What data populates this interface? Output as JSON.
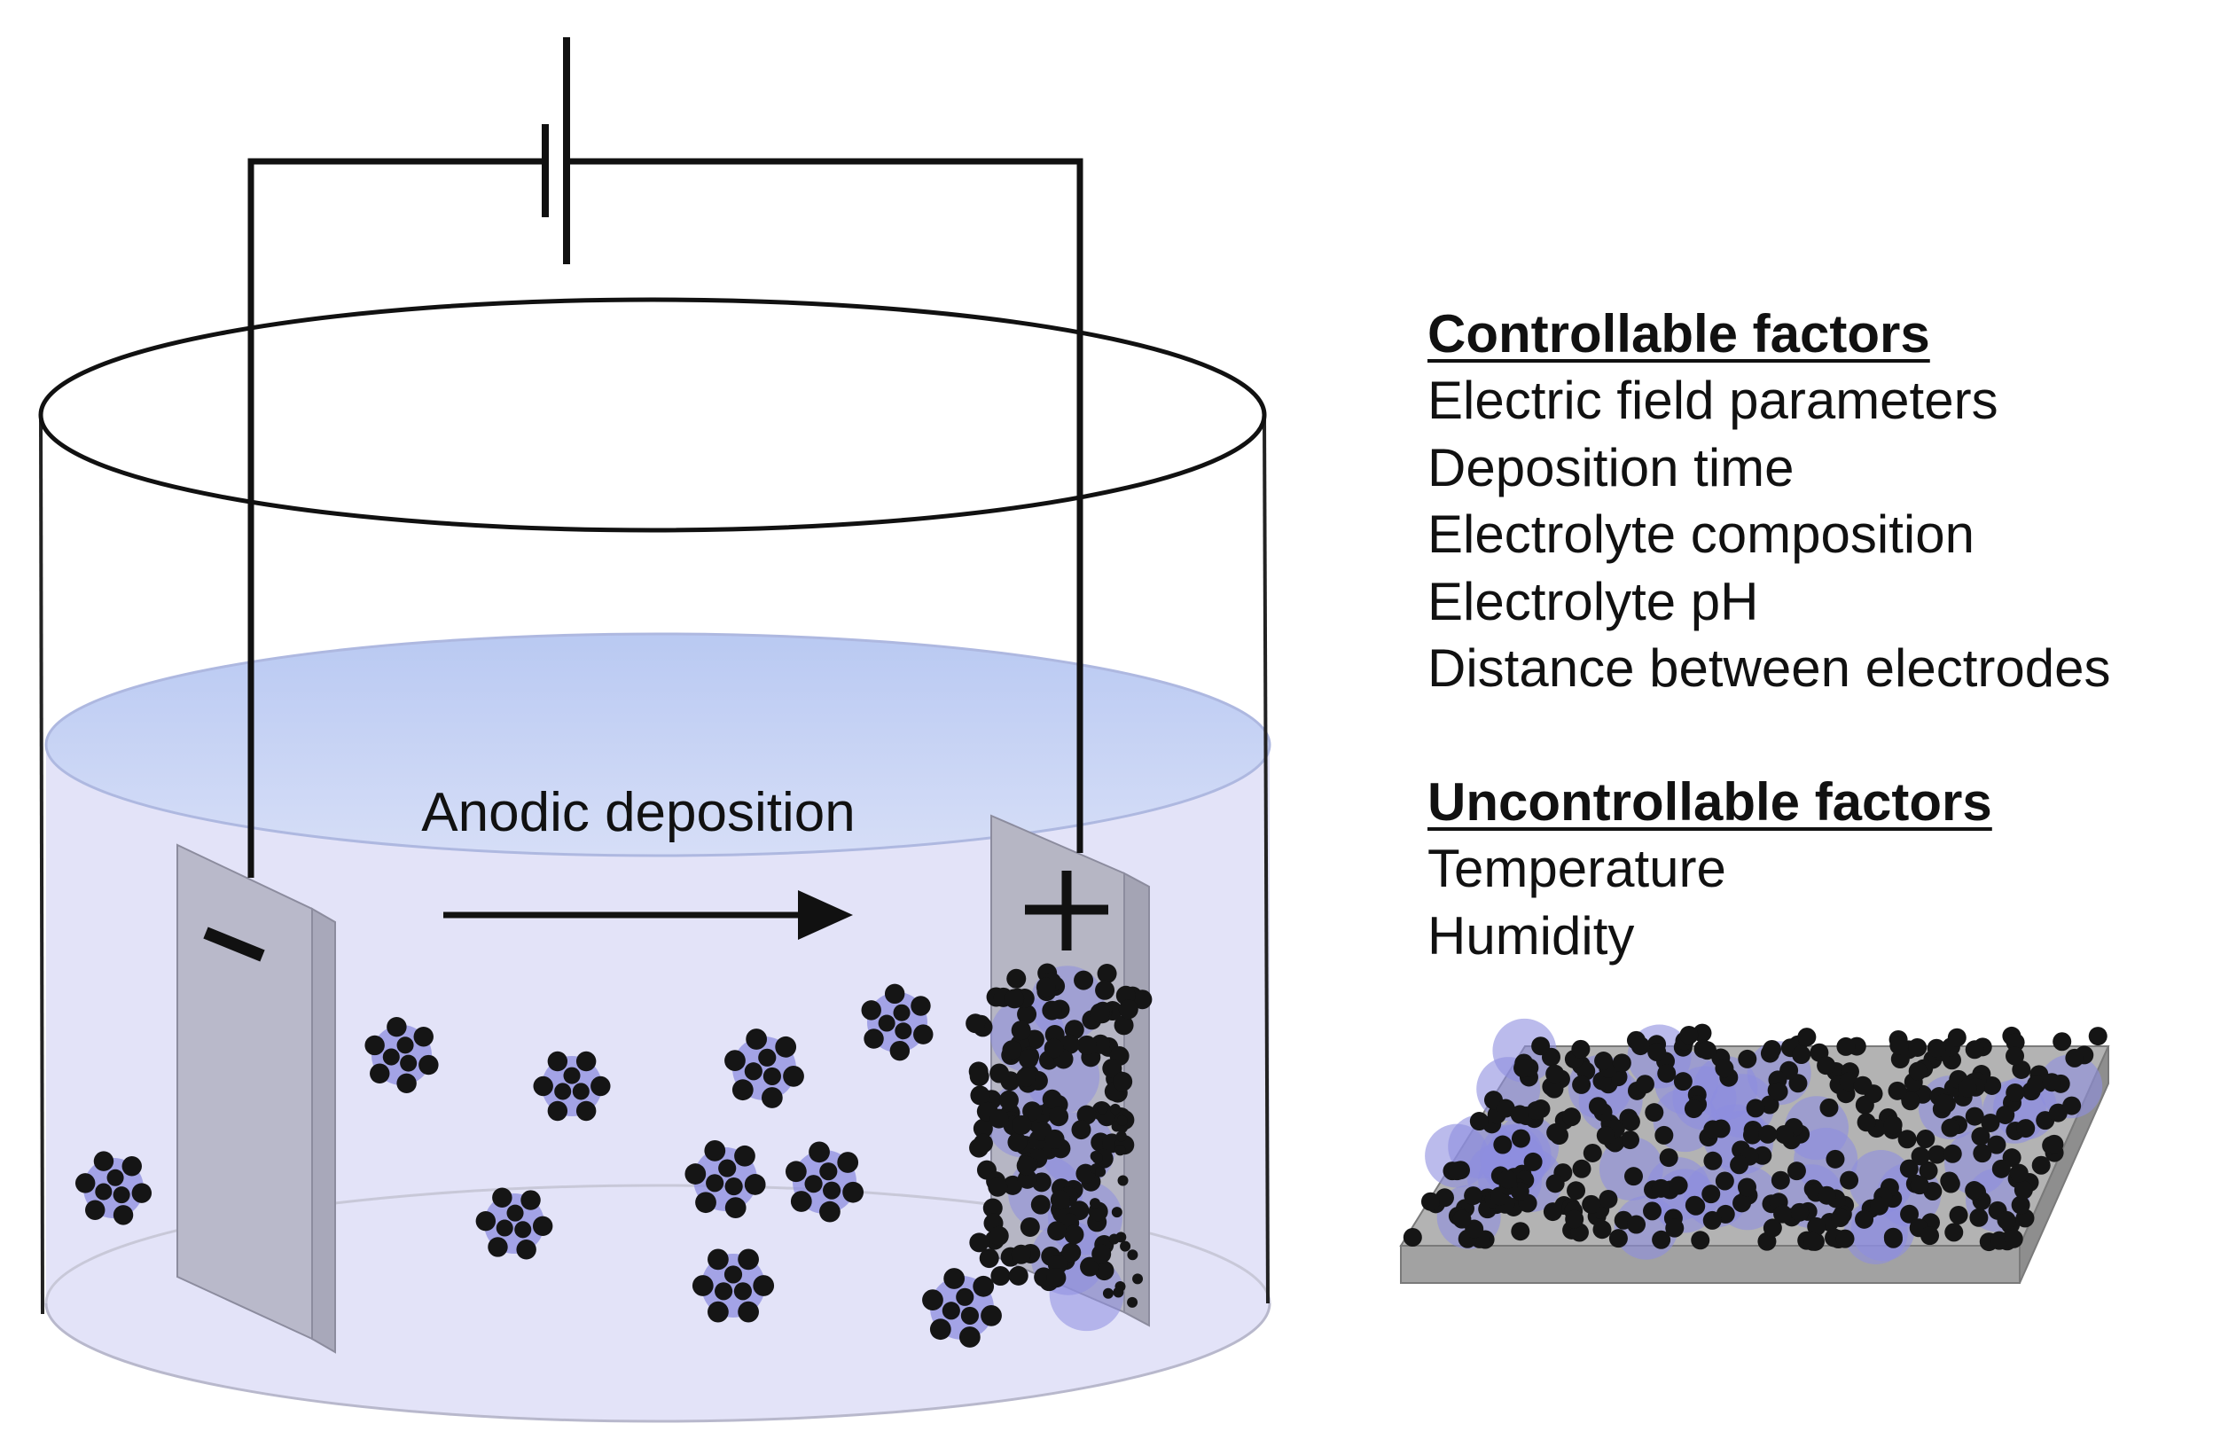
{
  "process_label": "Anodic deposition",
  "electrodes": {
    "negative_symbol": "−",
    "positive_symbol": "+"
  },
  "controllable": {
    "heading": "Controllable factors",
    "items": [
      "Electric field parameters",
      "Deposition time",
      "Electrolyte composition",
      "Electrolyte pH",
      "Distance between electrodes"
    ]
  },
  "uncontrollable": {
    "heading": "Uncontrollable factors",
    "items": [
      "Temperature",
      "Humidity"
    ]
  },
  "colors": {
    "electrolyte": "#e3e3f8",
    "electrolyte_surface": "#c5d2f4",
    "particle_core": "#8e8ee0",
    "particle_dot": "#151515",
    "electrode": "#b4b4c4",
    "substrate": "#a7a7a7"
  }
}
